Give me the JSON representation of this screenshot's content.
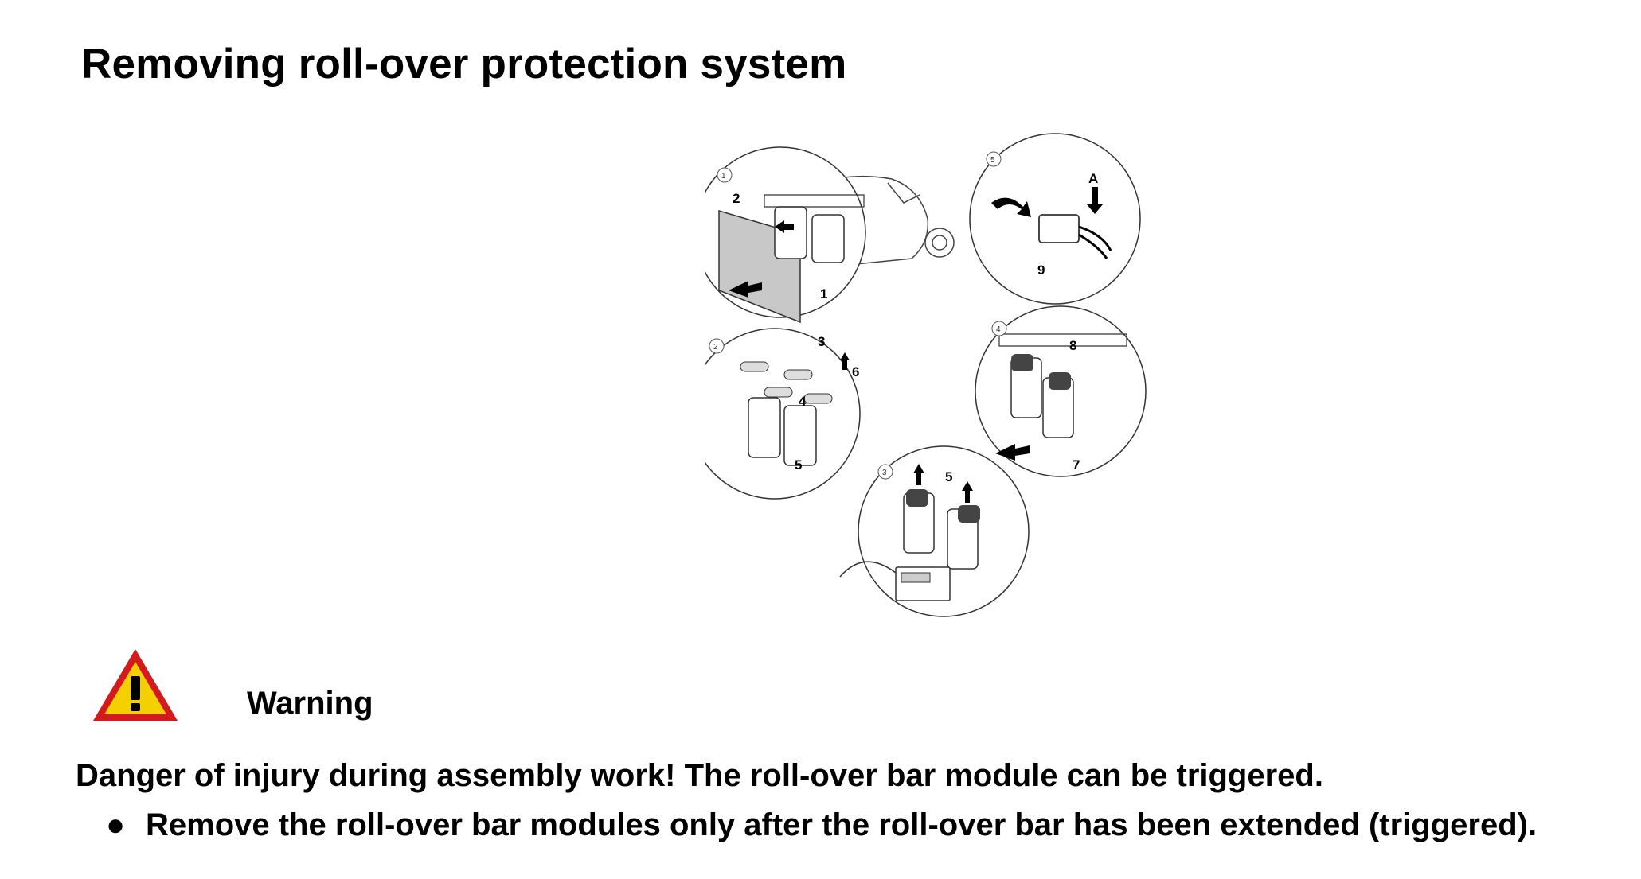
{
  "page": {
    "title": "Removing roll-over protection system"
  },
  "figure": {
    "callouts": {
      "d1": {
        "step": "1",
        "labels": [
          "2",
          "1"
        ]
      },
      "d5": {
        "step": "5",
        "labels": [
          "A",
          "9"
        ]
      },
      "d2": {
        "step": "2",
        "labels": [
          "3",
          "6",
          "4",
          "5"
        ]
      },
      "d4": {
        "step": "4",
        "labels": [
          "8",
          "7"
        ]
      },
      "d3": {
        "step": "3",
        "labels": [
          "5"
        ]
      }
    }
  },
  "warning": {
    "icon": "warning-triangle-icon",
    "label": "Warning",
    "colors": {
      "fill": "#f5d000",
      "border": "#d41a1a"
    },
    "danger_text": "Danger of injury during assembly work! The roll-over bar module can be triggered.",
    "bullet": "●",
    "instruction": "Remove the roll-over bar modules only after the roll-over bar has been extended (triggered)."
  }
}
